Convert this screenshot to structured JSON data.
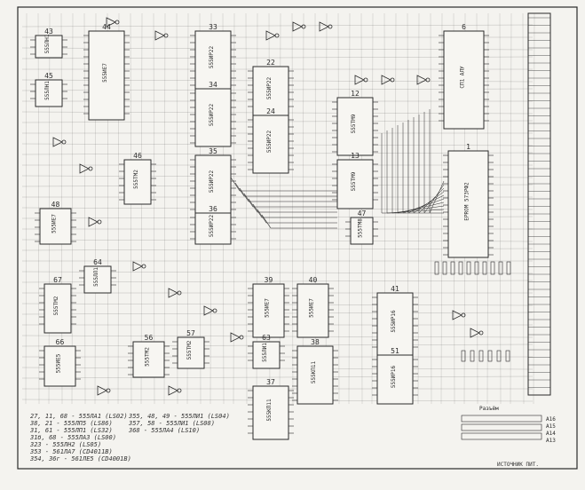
{
  "chips": [
    {
      "id": "43",
      "part": "555ЛН1"
    },
    {
      "id": "45",
      "part": "555ЛН1"
    },
    {
      "id": "44",
      "part": "555ИЕ7"
    },
    {
      "id": "46",
      "part": "555ТМ2"
    },
    {
      "id": "48",
      "part": "555ИЕ7"
    },
    {
      "id": "33",
      "part": "555ИР22"
    },
    {
      "id": "34",
      "part": "555ИР22"
    },
    {
      "id": "35",
      "part": "555ИР22"
    },
    {
      "id": "36",
      "part": "555ИР22"
    },
    {
      "id": "22",
      "part": "555ИР22"
    },
    {
      "id": "24",
      "part": "555ИР22"
    },
    {
      "id": "12",
      "part": "555ТМ9"
    },
    {
      "id": "13",
      "part": "555ТМ9"
    },
    {
      "id": "6",
      "part": "СП1 АЛУ"
    },
    {
      "id": "1",
      "part": "EPROM 573РФ2"
    },
    {
      "id": "39",
      "part": "555ИЕ7"
    },
    {
      "id": "40",
      "part": "555ИЕ7"
    },
    {
      "id": "37",
      "part": "555КП11"
    },
    {
      "id": "38",
      "part": "555КП11"
    },
    {
      "id": "41",
      "part": "555ИР16"
    },
    {
      "id": "51",
      "part": "555ИР16"
    },
    {
      "id": "47",
      "part": "555ТМ8"
    },
    {
      "id": "56",
      "part": "555ТМ2"
    },
    {
      "id": "57",
      "part": "555ТМ2"
    },
    {
      "id": "64",
      "part": "555ЛЛ1"
    },
    {
      "id": "66",
      "part": "555ИЕ5"
    },
    {
      "id": "67",
      "part": "555ТМ2"
    },
    {
      "id": "63",
      "part": "555ЛИ1"
    }
  ],
  "legend_left": [
    "27, 11, 68 - 555ЛА1 (LS02)",
    "38, 21 - 555ЛП5 (LS86)",
    "31, 61 - 555ЛП1 (LS32)",
    "31б, 68 - 555ЛА3 (LS00)",
    "323 - 555ЛН2 (LS05)",
    "353 - 561ЛА7 (CD4011B)",
    "354, 36г - 561ЛЕ5 (CD4001B)"
  ],
  "legend_right": [
    "355, 48, 49 - 555ЛИ1 (LS04)",
    "357, 58 - 555ЛИ1 (LS08)",
    "368 - 555ЛА4 (LS10)"
  ],
  "connector": {
    "title": "Разъём",
    "pins": [
      "А16",
      "А15",
      "А14",
      "А13"
    ]
  },
  "page_mark": "ИСТОЧНИК ПИТ."
}
